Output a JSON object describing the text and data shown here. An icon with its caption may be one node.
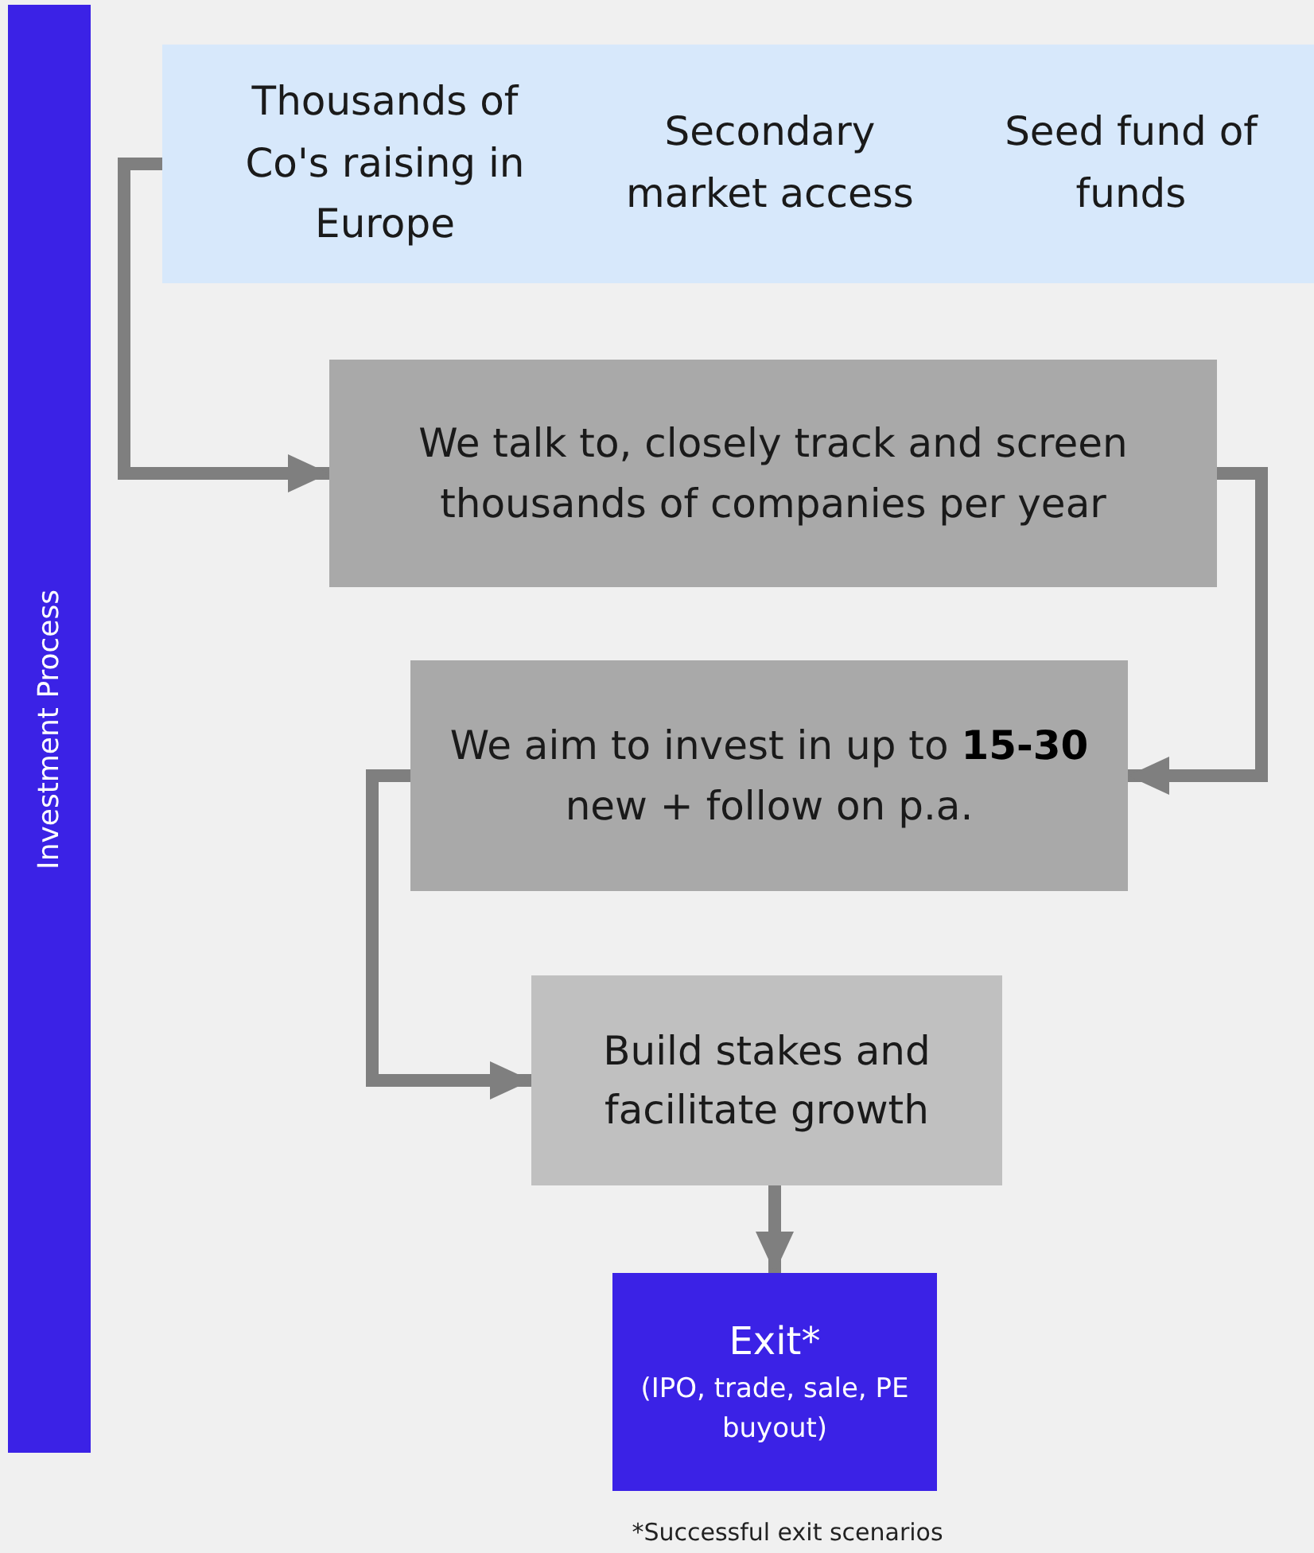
{
  "diagram": {
    "nodes": [
      {
        "text": [
          "Investment Process"
        ]
      },
      {
        "text": [
          "Thousands of Co's raising in Europe",
          "Secondary market access",
          "Seed fund of funds"
        ]
      },
      {
        "text": [
          "We talk to, closely track and screen thousands of companies per year"
        ]
      },
      {
        "text": [
          "We aim to invest in up to **15-30** new + follow on p.a."
        ]
      },
      {
        "text": [
          "Build stakes and facilitate growth"
        ]
      },
      {
        "text": [
          "Exit*",
          "(IPO, trade, sale, PE buyout)"
        ]
      }
    ],
    "edges": [
      {
        "from": 1,
        "to": 2,
        "arrow": "to"
      },
      {
        "from": 2,
        "to": 3,
        "arrow": "to"
      },
      {
        "from": 3,
        "to": 4,
        "arrow": "to"
      },
      {
        "from": 4,
        "to": 5,
        "arrow": "to"
      }
    ],
    "labels": [
      "*Successful exit scenarios"
    ]
  }
}
